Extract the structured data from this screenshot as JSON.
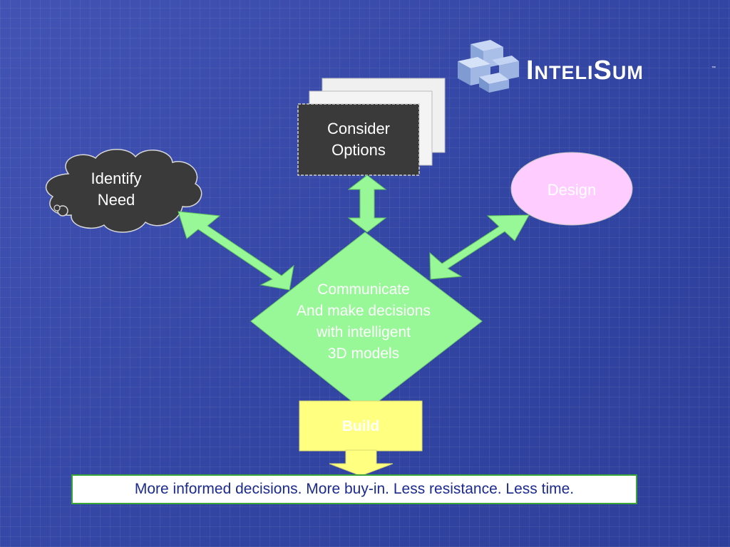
{
  "logo": {
    "brand": "InteliSum",
    "trademark": "™",
    "icon": "stacked-cubes-icon"
  },
  "nodes": {
    "consider_options": {
      "line1": "Consider",
      "line2": "Options"
    },
    "identify_need": {
      "line1": "Identify",
      "line2": "Need"
    },
    "design": {
      "label": "Design"
    },
    "communicate": {
      "line1": "Communicate",
      "line2": "And make decisions",
      "line3": "with intelligent",
      "line4": "3D models"
    },
    "build": {
      "label": "Build"
    }
  },
  "summary": "More informed decisions.  More buy-in.  Less resistance.  Less time.",
  "colors": {
    "background": "#3a4aa6",
    "arrow_green": "#98f898",
    "diamond_green": "#98f898",
    "card_dark": "#3a3a3a",
    "cloud_dark": "#3a3a3a",
    "design_pink": "#ffccff",
    "build_yellow": "#ffff80",
    "summary_border": "#3aa63a"
  }
}
